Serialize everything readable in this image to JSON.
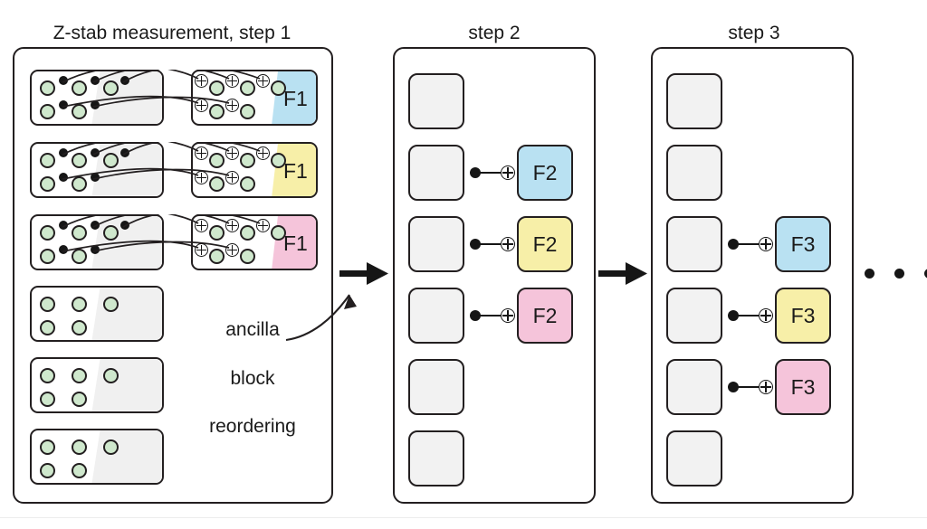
{
  "figure": {
    "type": "diagram",
    "subject": "Z-stab measurement ancilla block reordering across steps"
  },
  "panels": [
    {
      "id": "step1",
      "title": "Z-stab measurement, step 1",
      "kind": "composite-rows",
      "rows": [
        {
          "index": 1,
          "active": true,
          "flag_label": "F1",
          "flag_color": "#b9e1f2",
          "color_name": "blue"
        },
        {
          "index": 2,
          "active": true,
          "flag_label": "F1",
          "flag_color": "#f7efa8",
          "color_name": "yellow"
        },
        {
          "index": 3,
          "active": true,
          "flag_label": "F1",
          "flag_color": "#f5c4da",
          "color_name": "pink"
        },
        {
          "index": 4,
          "active": false,
          "flag_label": "",
          "flag_color": "#f0f0f0",
          "color_name": "grey"
        },
        {
          "index": 5,
          "active": false,
          "flag_label": "",
          "flag_color": "#f0f0f0",
          "color_name": "grey"
        },
        {
          "index": 6,
          "active": false,
          "flag_label": "",
          "flag_color": "#f0f0f0",
          "color_name": "grey"
        }
      ]
    },
    {
      "id": "step2",
      "title": "step 2",
      "kind": "square-rows",
      "rows": [
        {
          "index": 1,
          "flag_label": "",
          "flag_color": "",
          "has_cnot": false
        },
        {
          "index": 2,
          "flag_label": "F2",
          "flag_color": "#b9e1f2",
          "has_cnot": true
        },
        {
          "index": 3,
          "flag_label": "F2",
          "flag_color": "#f7efa8",
          "has_cnot": true
        },
        {
          "index": 4,
          "flag_label": "F2",
          "flag_color": "#f5c4da",
          "has_cnot": true
        },
        {
          "index": 5,
          "flag_label": "",
          "flag_color": "",
          "has_cnot": false
        },
        {
          "index": 6,
          "flag_label": "",
          "flag_color": "",
          "has_cnot": false
        }
      ]
    },
    {
      "id": "step3",
      "title": "step 3",
      "kind": "square-rows",
      "rows": [
        {
          "index": 1,
          "flag_label": "",
          "flag_color": "",
          "has_cnot": false
        },
        {
          "index": 2,
          "flag_label": "",
          "flag_color": "",
          "has_cnot": false
        },
        {
          "index": 3,
          "flag_label": "F3",
          "flag_color": "#b9e1f2",
          "has_cnot": true
        },
        {
          "index": 4,
          "flag_label": "F3",
          "flag_color": "#f7efa8",
          "has_cnot": true
        },
        {
          "index": 5,
          "flag_label": "F3",
          "flag_color": "#f5c4da",
          "has_cnot": true
        },
        {
          "index": 6,
          "flag_label": "",
          "flag_color": "",
          "has_cnot": false
        }
      ]
    }
  ],
  "annotation": {
    "text": "ancilla\nblock\nreordering",
    "line1": "ancilla",
    "line2": "block",
    "line3": "reordering"
  },
  "transitions": [
    {
      "id": "arrow-1-2",
      "label": ""
    },
    {
      "id": "arrow-2-3",
      "label": ""
    }
  ],
  "continuation": {
    "symbol": "• • •",
    "dots": 3
  },
  "colors": {
    "blue": "#b9e1f2",
    "yellow": "#f7efa8",
    "pink": "#f5c4da",
    "qubit_green": "#cfe8cd",
    "block_grey": "#f0f0f0",
    "square_grey": "#f2f2f2",
    "stroke": "#231f20",
    "background": "#ffffff"
  },
  "glyphs": {
    "control": "•",
    "target": "⊕"
  }
}
